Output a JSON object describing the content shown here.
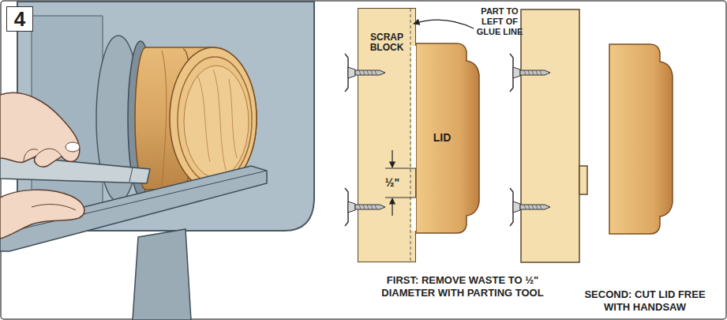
{
  "diagram": {
    "nodes": [
      {
        "text": [
          "4"
        ]
      },
      {
        "text": [
          "SCRAP BLOCK"
        ]
      },
      {
        "text": [
          "LID"
        ]
      }
    ],
    "labels": [
      "PART TO LEFT OF GLUE LINE",
      "½\"",
      "FIRST: REMOVE WASTE TO ½\" DIAMETER WITH PARTING TOOL",
      "SECOND: CUT LID FREE WITH HANDSAW"
    ]
  }
}
